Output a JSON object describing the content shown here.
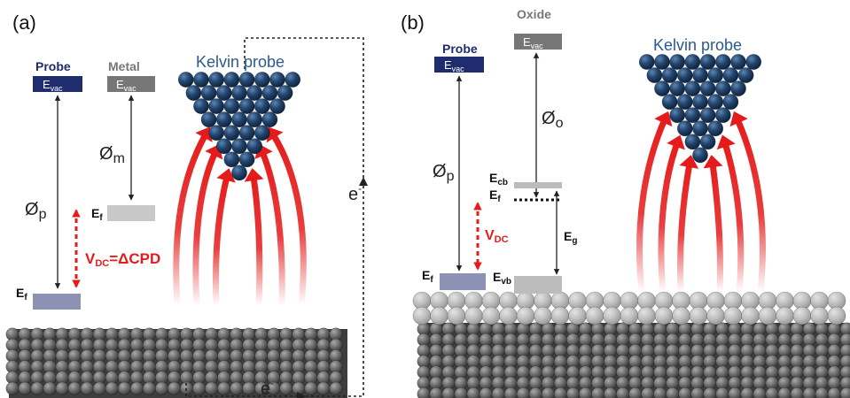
{
  "panel_a": {
    "label": "(a)",
    "probe_title": "Probe",
    "metal_title": "Metal",
    "probe_level": "E",
    "probe_level_sub": "vac",
    "metal_level": "E",
    "metal_level_sub": "vac",
    "phi_p": "Øp",
    "phi_m": "Øm",
    "ef_metal": "E",
    "ef_metal_sub": "f",
    "ef_probe": "E",
    "ef_probe_sub": "f",
    "vdc": "V",
    "vdc_sub": "DC",
    "vdc_suffix": "=ΔCPD",
    "kelvin": "Kelvin probe",
    "electron_right": "e",
    "electron_right_sup": "-",
    "electron_bottom": "e",
    "electron_bottom_sup": "-"
  },
  "panel_b": {
    "label": "(b)",
    "probe_title": "Probe",
    "oxide_title": "Oxide",
    "probe_level": "E",
    "probe_level_sub": "vac",
    "oxide_level": "E",
    "oxide_level_sub": "vac",
    "phi_p": "Øp",
    "phi_o": "Øo",
    "ecb": "E",
    "ecb_sub": "cb",
    "ef_oxide": "E",
    "ef_oxide_sub": "f",
    "eg": "E",
    "eg_sub": "g",
    "vdc": "V",
    "vdc_sub": "DC",
    "ef_probe": "E",
    "ef_probe_sub": "f",
    "evb": "E",
    "evb_sub": "vb",
    "kelvin": "Kelvin probe"
  },
  "colors": {
    "probe_navy": "#1f2c6e",
    "metal_gray": "#777777",
    "sphere_blue": "#1d3b63",
    "arrow_red": "#e51b1b",
    "kelvin_text": "#2a5b8c",
    "ef_bar": "#8d92b5"
  }
}
